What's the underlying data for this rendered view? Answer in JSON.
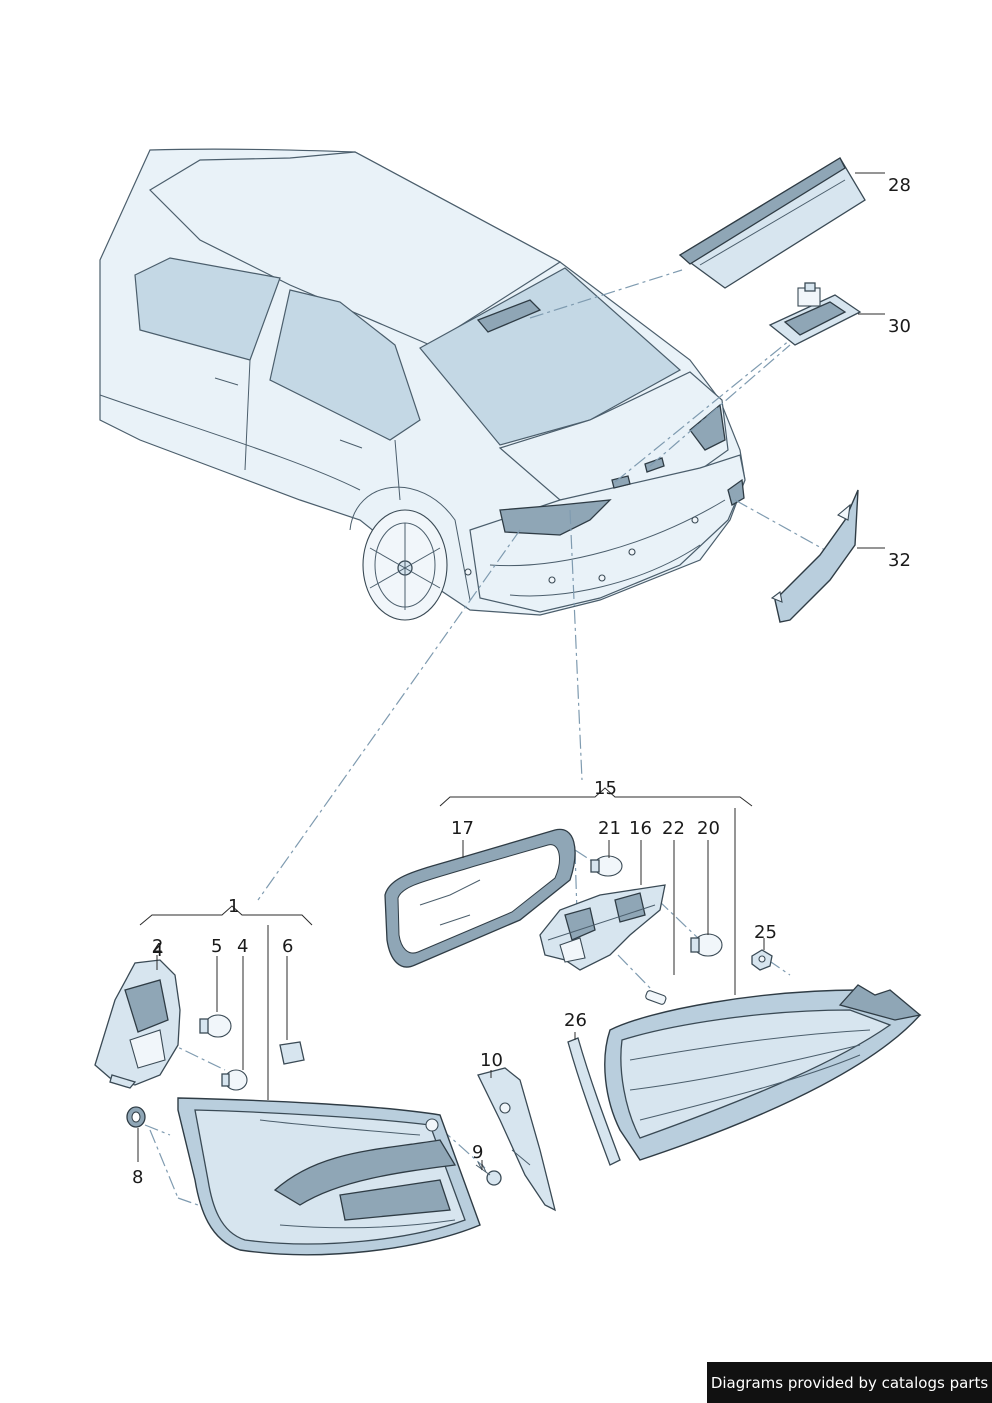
{
  "callouts": {
    "p1": "1",
    "p2": "2",
    "p4a": "4",
    "p4b": "4",
    "p5": "5",
    "p6": "6",
    "p8": "8",
    "p9": "9",
    "p10": "10",
    "p15": "15",
    "p16": "16",
    "p17": "17",
    "p20": "20",
    "p21": "21",
    "p22": "22",
    "p25": "25",
    "p26": "26",
    "p28": "28",
    "p30": "30",
    "p32": "32"
  },
  "credit": "Diagrams provided by catalogs parts",
  "colors": {
    "line_art": "#3a4a55",
    "part_fill": "#d7e5ef",
    "glass": "#c4d8e5",
    "dash_lines": "#7f9bb0",
    "credit_bar": "#111111"
  }
}
